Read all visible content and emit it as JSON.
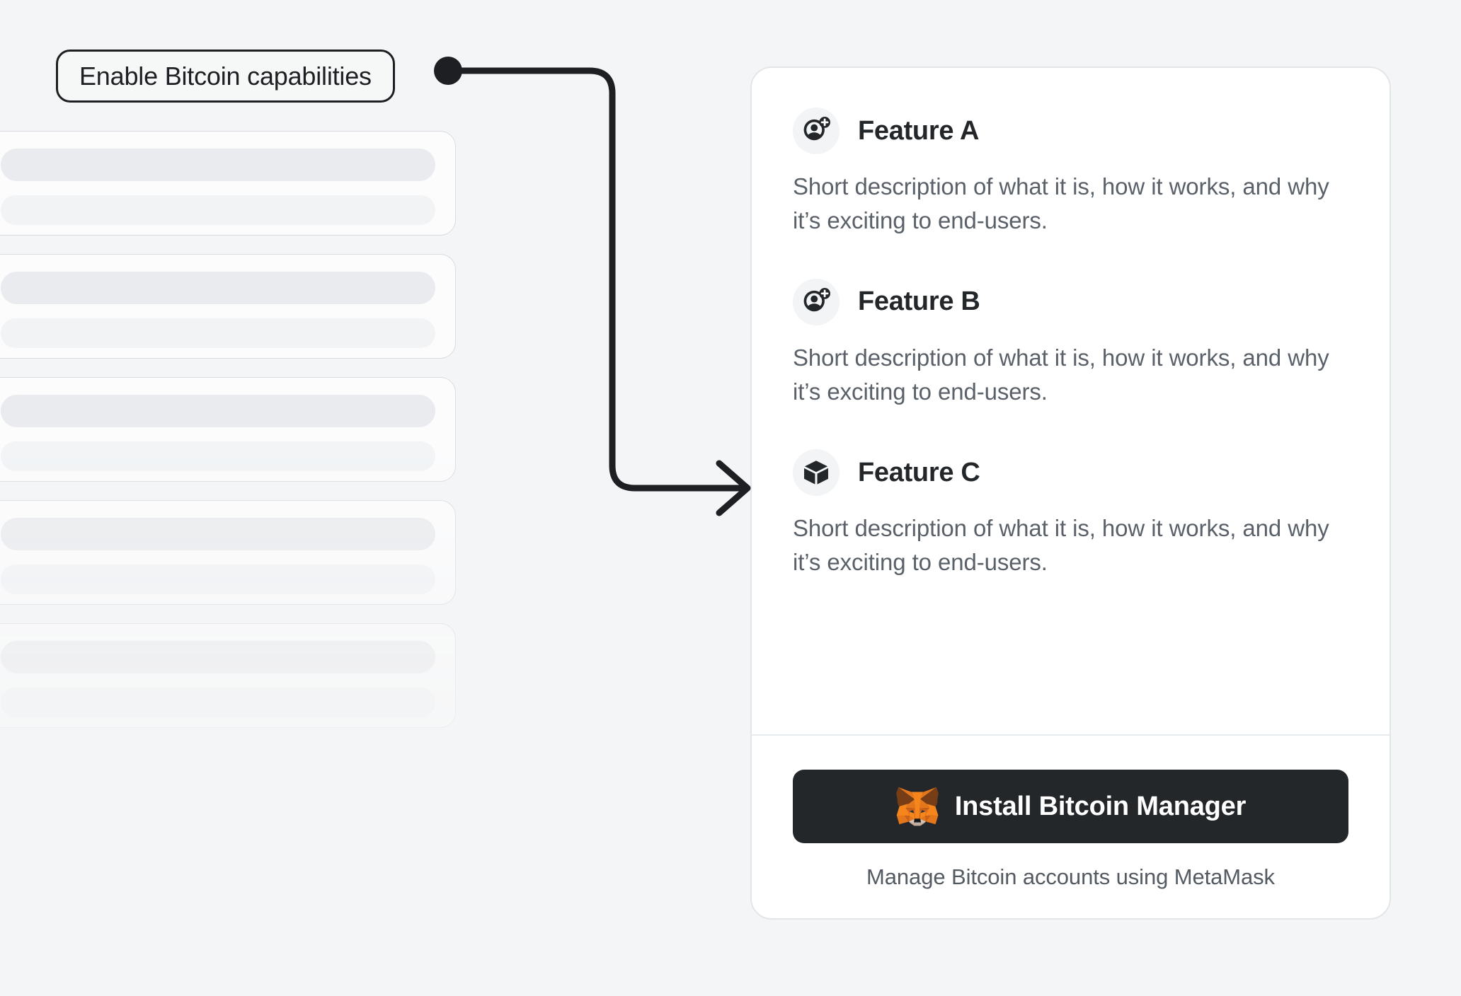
{
  "background": {
    "page_color": "#F4F5F6",
    "skeleton_placeholder_count": 5
  },
  "callout": {
    "label": "Enable Bitcoin capabilities",
    "connector": {
      "shape": "elbow-arrow",
      "from": "callout-label-right-dot",
      "to": "feature-card-left-edge",
      "color": "#1D1F22"
    }
  },
  "card": {
    "accent_color": "#24272A",
    "icon_bg_color": "#F2F4F6",
    "features": [
      {
        "icon": "user-add-icon",
        "title": "Feature A",
        "description": "Short description of what it is, how it works, and why it’s exciting to end-users."
      },
      {
        "icon": "user-add-icon",
        "title": "Feature B",
        "description": "Short description of what it is, how it works, and why it’s exciting to end-users."
      },
      {
        "icon": "cube-icon",
        "title": "Feature C",
        "description": "Short description of what it is, how it works, and why it’s exciting to end-users."
      }
    ],
    "footer": {
      "install_button_label": "Install Bitcoin Manager",
      "install_button_icon": "metamask-fox-icon",
      "install_button_color": "#24272A",
      "caption": "Manage Bitcoin accounts using MetaMask"
    }
  }
}
